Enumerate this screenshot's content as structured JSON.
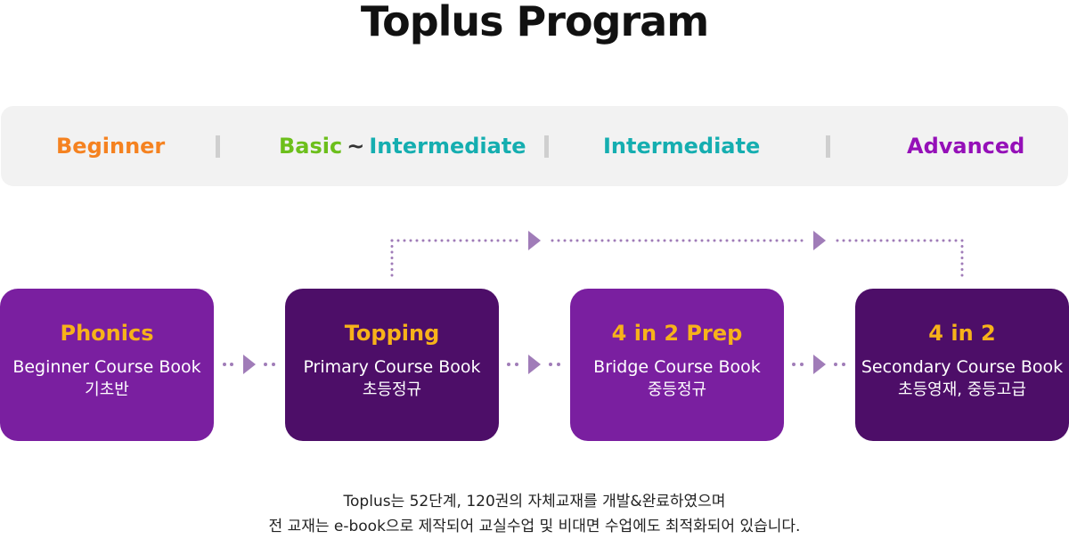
{
  "title": "Toplus Program",
  "levels": {
    "beginner": {
      "label": "Beginner",
      "color": "#f58220"
    },
    "basic": {
      "label": "Basic",
      "color": "#6cbf1b"
    },
    "tilde": "~",
    "intermediate_a": {
      "label": "Intermediate",
      "color": "#15aeb0"
    },
    "intermediate_b": {
      "label": "Intermediate",
      "color": "#15aeb0"
    },
    "advanced": {
      "label": "Advanced",
      "color": "#9510b8"
    }
  },
  "cards": [
    {
      "title": "Phonics",
      "subtitle": "Beginner Course Book",
      "korean": "기초반",
      "bg": "#7a1fa0"
    },
    {
      "title": "Topping",
      "subtitle": "Primary Course Book",
      "korean": "초등정규",
      "bg": "#4d0e68"
    },
    {
      "title": "4 in 2 Prep",
      "subtitle": "Bridge Course Book",
      "korean": "중등정규",
      "bg": "#7a1fa0"
    },
    {
      "title": "4 in 2",
      "subtitle": "Secondary Course Book",
      "korean": "초등영재, 중등고급",
      "bg": "#4d0e68"
    }
  ],
  "footer": {
    "line1": "Toplus는 52단계, 120권의 자체교재를 개발&완료하였으며",
    "line2": "전 교재는 e-book으로 제작되어 교실수업 및 비대면 수업에도 최적화되어 있습니다."
  },
  "colors": {
    "connector": "#a07cb8",
    "title": "#f7b21a"
  }
}
